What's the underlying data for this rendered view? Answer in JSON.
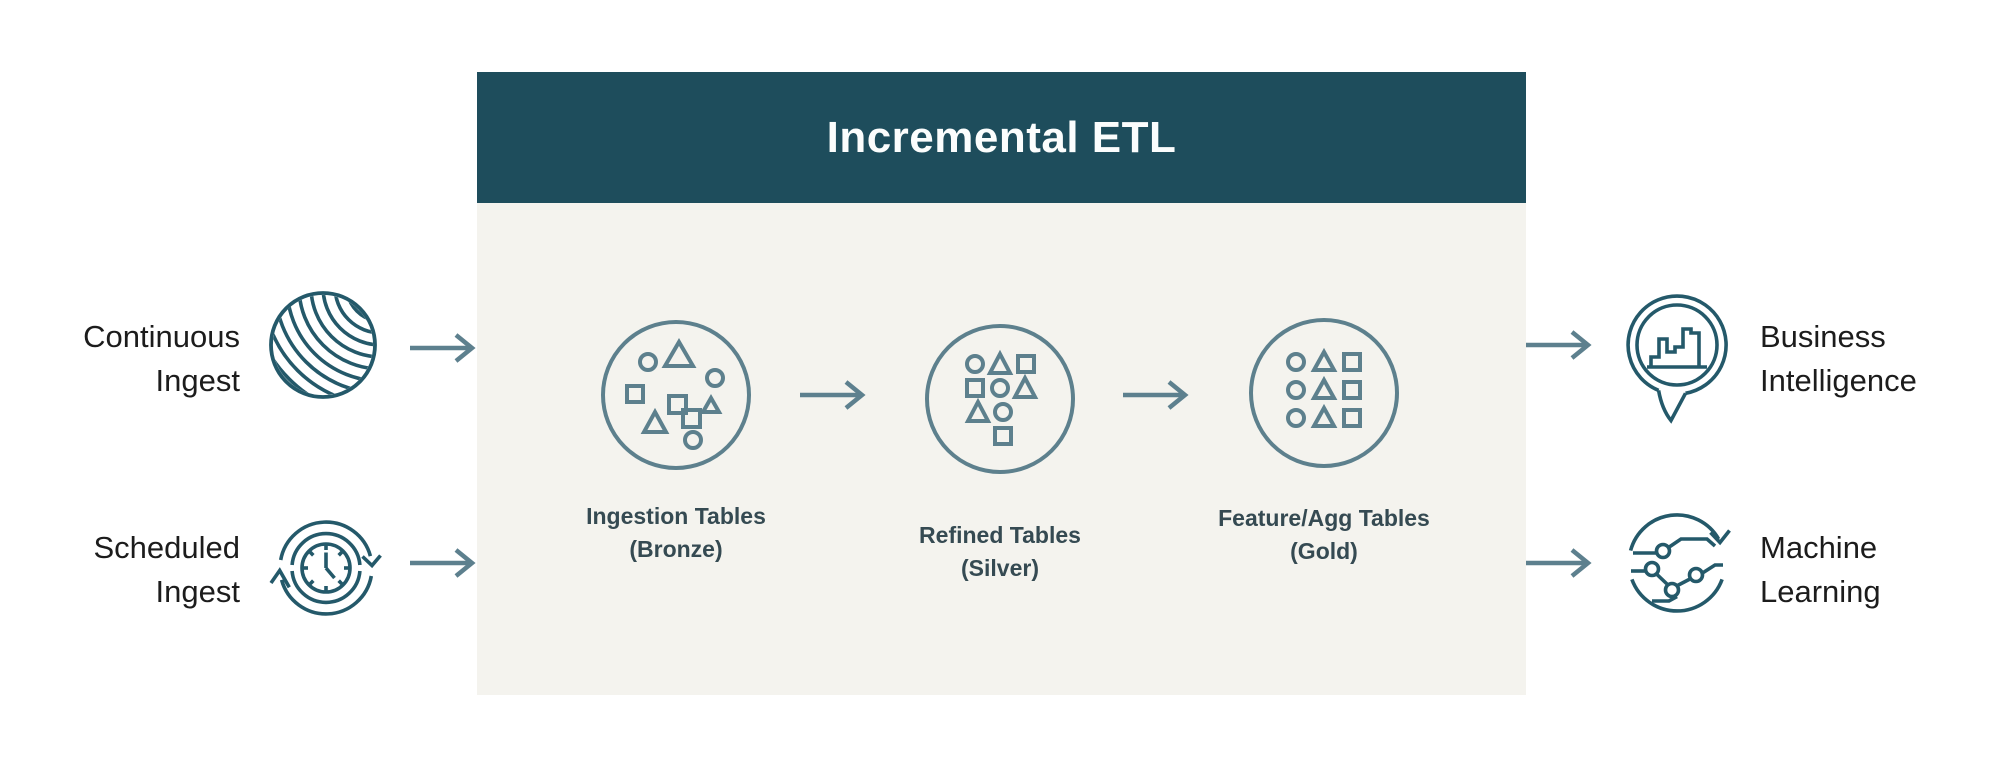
{
  "diagram": {
    "title": "Incremental ETL",
    "colors": {
      "header_bg": "#1e4d5c",
      "panel_bg": "#f4f3ee",
      "title_text": "#fbfdfd",
      "stage_stroke": "#5d808d",
      "arrow_stroke": "#5d808e",
      "side_icon_stroke": "#24596a",
      "side_label_text": "#1c1c1c",
      "caption_text": "#354a52"
    }
  },
  "inputs": [
    {
      "line1": "Continuous",
      "line2": "Ingest",
      "icon": "continuous-stream-icon"
    },
    {
      "line1": "Scheduled",
      "line2": "Ingest",
      "icon": "scheduled-clock-cycle-icon"
    }
  ],
  "stages": [
    {
      "line1": "Ingestion Tables",
      "line2": "(Bronze)",
      "icon": "scattered-shapes-circle-icon"
    },
    {
      "line1": "Refined Tables",
      "line2": "(Silver)",
      "icon": "semi-ordered-shapes-circle-icon"
    },
    {
      "line1": "Feature/Agg Tables",
      "line2": "(Gold)",
      "icon": "ordered-shapes-grid-circle-icon"
    }
  ],
  "outputs": [
    {
      "line1": "Business",
      "line2": "Intelligence",
      "icon": "bar-chart-speech-bubble-icon"
    },
    {
      "line1": "Machine",
      "line2": "Learning",
      "icon": "ml-circuit-cycle-icon"
    }
  ],
  "icons": {
    "flow_arrow": "right-arrow-icon"
  }
}
